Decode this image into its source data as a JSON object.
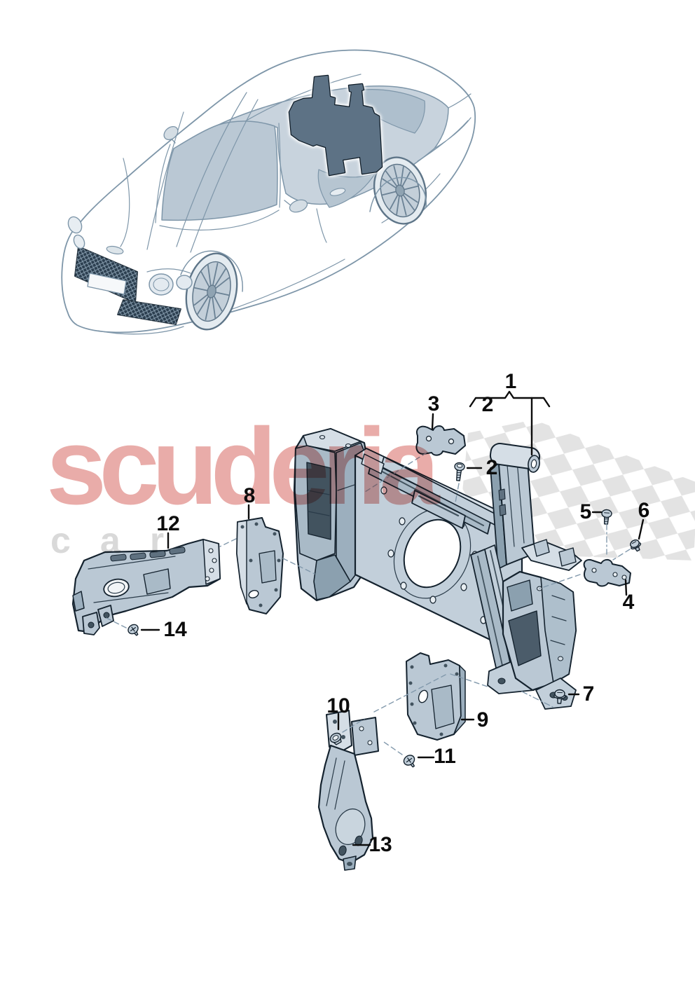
{
  "watermark": {
    "brand": "scuderia",
    "subtext": "car"
  },
  "diagram": {
    "items": {
      "1": "1",
      "2": "2",
      "3": "3",
      "4": "4",
      "5": "5",
      "6": "6",
      "7": "7",
      "8": "8",
      "9": "9",
      "10": "10",
      "11": "11",
      "12": "12",
      "13": "13",
      "14": "14"
    }
  },
  "colors": {
    "background": "#ffffff",
    "watermark_red": "#e9aca9",
    "watermark_gray": "#d9d9d9",
    "checker_gray": "#e3e3e3",
    "part_fill": "#bac8d4",
    "part_light": "#d5dee6",
    "part_shade": "#9cafbe",
    "part_dark": "#5f7180",
    "outline_navy": "#14222e",
    "highlight_part": "#5d7285",
    "car_line": "#7e96a9",
    "callout_text": "#0c0c0c"
  }
}
